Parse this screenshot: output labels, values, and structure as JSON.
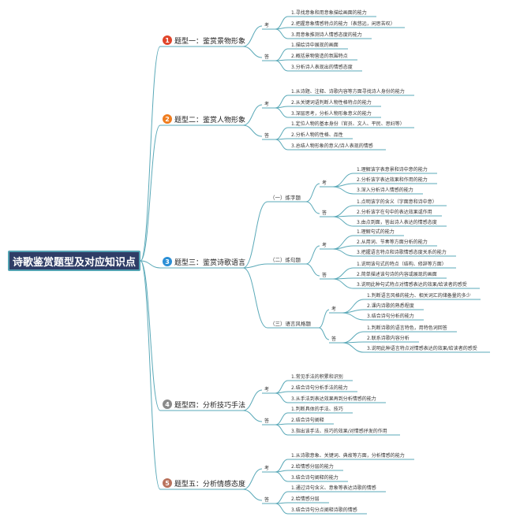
{
  "root": "诗歌鉴赏题型及对应知识点",
  "colors": {
    "root_bg": "#2f3d66",
    "line": "#5aa9b8",
    "badge_red": "#e0452a",
    "badge_orange": "#ef7d1f",
    "badge_blue": "#2b8fd6",
    "badge_gray": "#8a8a8a",
    "badge_brown": "#b9735d"
  },
  "topics": [
    {
      "num": "1",
      "title": "题型一：鉴赏景物形象",
      "groups": [
        {
          "label": "考",
          "items": [
            "1.寻找意象和用意象描绘画面的能力",
            "2.把握意象情感特点的能力（表悠远，闲思苦叹）",
            "3.用意象推测诗人情感态度的能力"
          ]
        },
        {
          "label": "答",
          "items": [
            "1.描绘诗中展现的画面",
            "2.概括景物营造的氛围特点",
            "3.分析诗人表现出的情感态度"
          ]
        }
      ]
    },
    {
      "num": "2",
      "title": "题型二：鉴赏人物形象",
      "groups": [
        {
          "label": "考",
          "items": [
            "1.从诗题、注释、诗歌内容等方面寻找诗人身份的能力",
            "2.从关键词语判断人物性格特点的能力",
            "3.深层思考，分析人物形象意义的能力"
          ]
        },
        {
          "label": "答",
          "items": [
            "1.定位人物的基本身份（官员、文人、平民、思妇等）",
            "2.分析人物的性格、品性",
            "3.总结人物形象的意义/诗人表现的情感"
          ]
        }
      ]
    },
    {
      "num": "3",
      "title": "题型三：鉴赏诗歌语言",
      "subs": [
        {
          "title": "（一）炼字题",
          "groups": [
            {
              "label": "考",
              "items": [
                "1.理解该字表意景和诗中意的能力",
                "2.分析该字表达效果和作用的能力",
                "3.深入分析诗人情感的能力"
              ]
            },
            {
              "label": "答",
              "items": [
                "1.点明该字的含义（字面意和诗中意）",
                "2.分析该字在句中的表达效果或作用",
                "3.由点到面，答出诗人表达的情感态度"
              ]
            }
          ]
        },
        {
          "title": "（二）炼句题",
          "groups": [
            {
              "label": "考",
              "items": [
                "1.理解句式的能力",
                "2.从用词、节奏等方面分析的能力",
                "3.把握语言特点和诗歌情感态度关系的能力"
              ]
            },
            {
              "label": "答",
              "items": [
                "1.说明该句式的特点（结构、修辞等方面）",
                "2.简单描述该句诗的内容或展现的画面",
                "3.说明此种句式特点对情感表达的效果/给读者的感受"
              ]
            }
          ]
        },
        {
          "title": "（三）语言风格题",
          "groups": [
            {
              "label": "考",
              "items": [
                "1.判断语言风格的能力、相关词汇的储备量的多少",
                "2.课内诗歌的熟悉程度",
                "3.结合诗句分析的能力"
              ]
            },
            {
              "label": "答",
              "items": [
                "1.判断诗歌的语言特色，用特色词回答",
                "2.联系诗歌内容分析",
                "3.说明此种语言特点对情感表达的效果/给读者的感受"
              ]
            }
          ]
        }
      ]
    },
    {
      "num": "4",
      "title": "题型四：分析技巧手法",
      "groups": [
        {
          "label": "考",
          "items": [
            "1.常见手法的积累和识别",
            "2.结合诗句分析手法的能力",
            "3.从手法到表达效果再到分析情感的能力"
          ]
        },
        {
          "label": "答",
          "items": [
            "1.判断具体的手法、技巧",
            "2.结合诗句阐释",
            "3.指出该手法、技巧的效果/对情感抒发的作用"
          ]
        }
      ]
    },
    {
      "num": "5",
      "title": "题型五：分析情感态度",
      "groups": [
        {
          "label": "考",
          "items": [
            "1.从诗歌意象、关键词、典故等方面，分析情感的能力",
            "2.给情感分层的能力",
            "3.结合诗句阐释的能力"
          ]
        },
        {
          "label": "答",
          "items": [
            "1.通过诗句含义、意象等表达诗歌的情感",
            "2.给情感分层",
            "3.结合诗句分点阐释诗歌的情感"
          ]
        }
      ]
    }
  ]
}
